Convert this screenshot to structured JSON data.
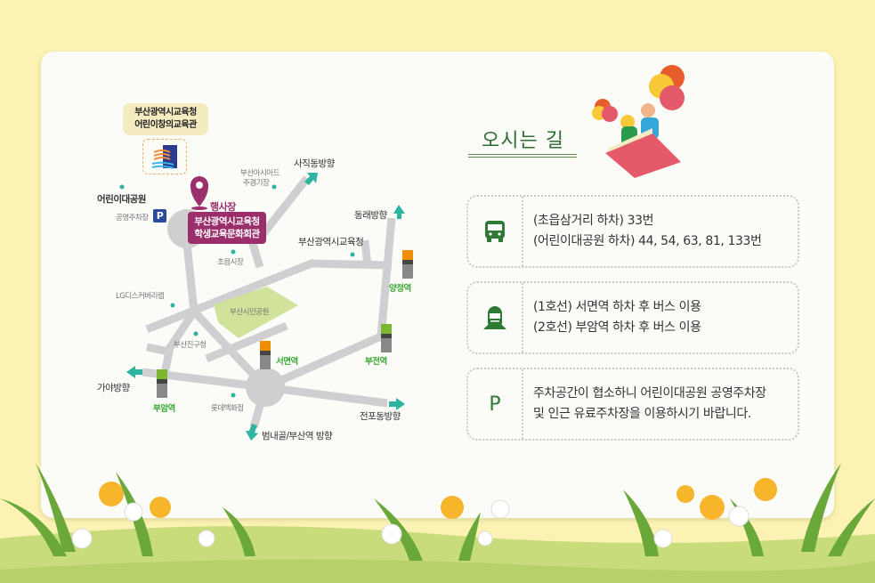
{
  "section_title": "오시는 길",
  "map": {
    "bubble": [
      "부산광역시교육청",
      "어린이창의교육관"
    ],
    "venue_tag": "행사장",
    "venue": [
      "부산광역시교육청",
      "학생교육문화회관"
    ],
    "labels": {
      "children_park": "어린이대공원",
      "public_parking": "공영주차장",
      "parking_badge": "P",
      "busan_iside": [
        "부산아시아드",
        "주경기장"
      ],
      "sajik": "사직동방향",
      "dongnae": "동래방향",
      "education_office": "부산광역시교육청",
      "choeup_market": "초읍시장",
      "lg": "LG디스커버리랩",
      "citizen_park": "부산시민공원",
      "busanjin_office": "부산진구청",
      "gaya": "가야방향",
      "lotte": "롯데백화점",
      "jeonpo": "전포동방향",
      "beomnaegol": "범내골/부산역 방향"
    },
    "stations": {
      "yangjeong": "양정역",
      "seomyeon": "서면역",
      "bujeon": "부전역",
      "buam": "부암역"
    }
  },
  "info": [
    {
      "icon": "bus-icon",
      "lines": [
        "(초읍삼거리 하차) 33번",
        "(어린이대공원 하차) 44, 54, 63, 81, 133번"
      ]
    },
    {
      "icon": "subway-icon",
      "lines": [
        "(1호선) 서면역 하차 후 버스 이용",
        "(2호선) 부암역 하차 후 버스 이용"
      ]
    },
    {
      "icon": "parking-icon",
      "icon_text": "P",
      "lines": [
        "주차공간이 협소하니 어린이대공원 공영주차장",
        "및 인근 유료주차장을 이용하시기 바랍니다."
      ]
    }
  ],
  "colors": {
    "accent": "#2e6d32",
    "venue": "#9b2f6b",
    "station": "#3aa935",
    "background": "#fbf2b3"
  }
}
